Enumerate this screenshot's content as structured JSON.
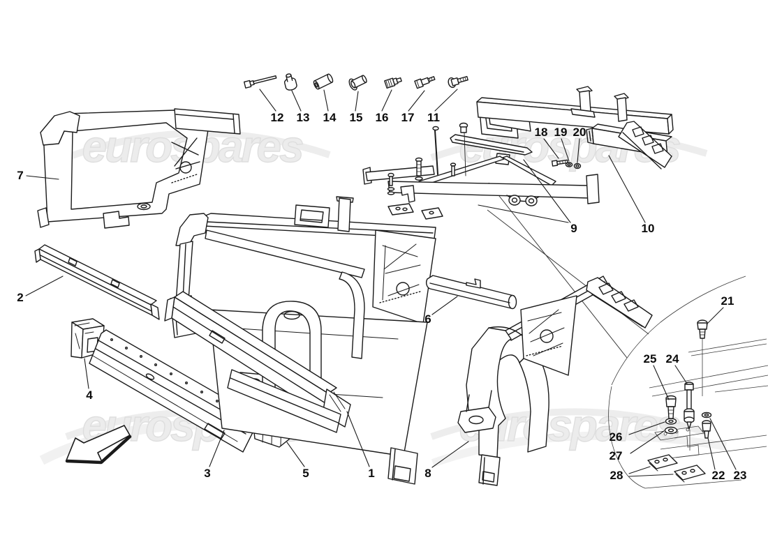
{
  "watermark": {
    "text": "eurospares"
  },
  "colors": {
    "line": "#1a1a1a",
    "watermark_fill": "#ececec",
    "watermark_stroke": "#dedede"
  },
  "callouts": {
    "n1": "1",
    "n2": "2",
    "n3": "3",
    "n4": "4",
    "n5": "5",
    "n6": "6",
    "n7": "7",
    "n8": "8",
    "n9": "9",
    "n10": "10",
    "n11": "11",
    "n12": "12",
    "n13": "13",
    "n14": "14",
    "n15": "15",
    "n16": "16",
    "n17": "17",
    "n18": "18",
    "n19": "19",
    "n20": "20",
    "n21": "21",
    "n22": "22",
    "n23": "23",
    "n24": "24",
    "n25": "25",
    "n26": "26",
    "n27": "27",
    "n28": "28"
  }
}
